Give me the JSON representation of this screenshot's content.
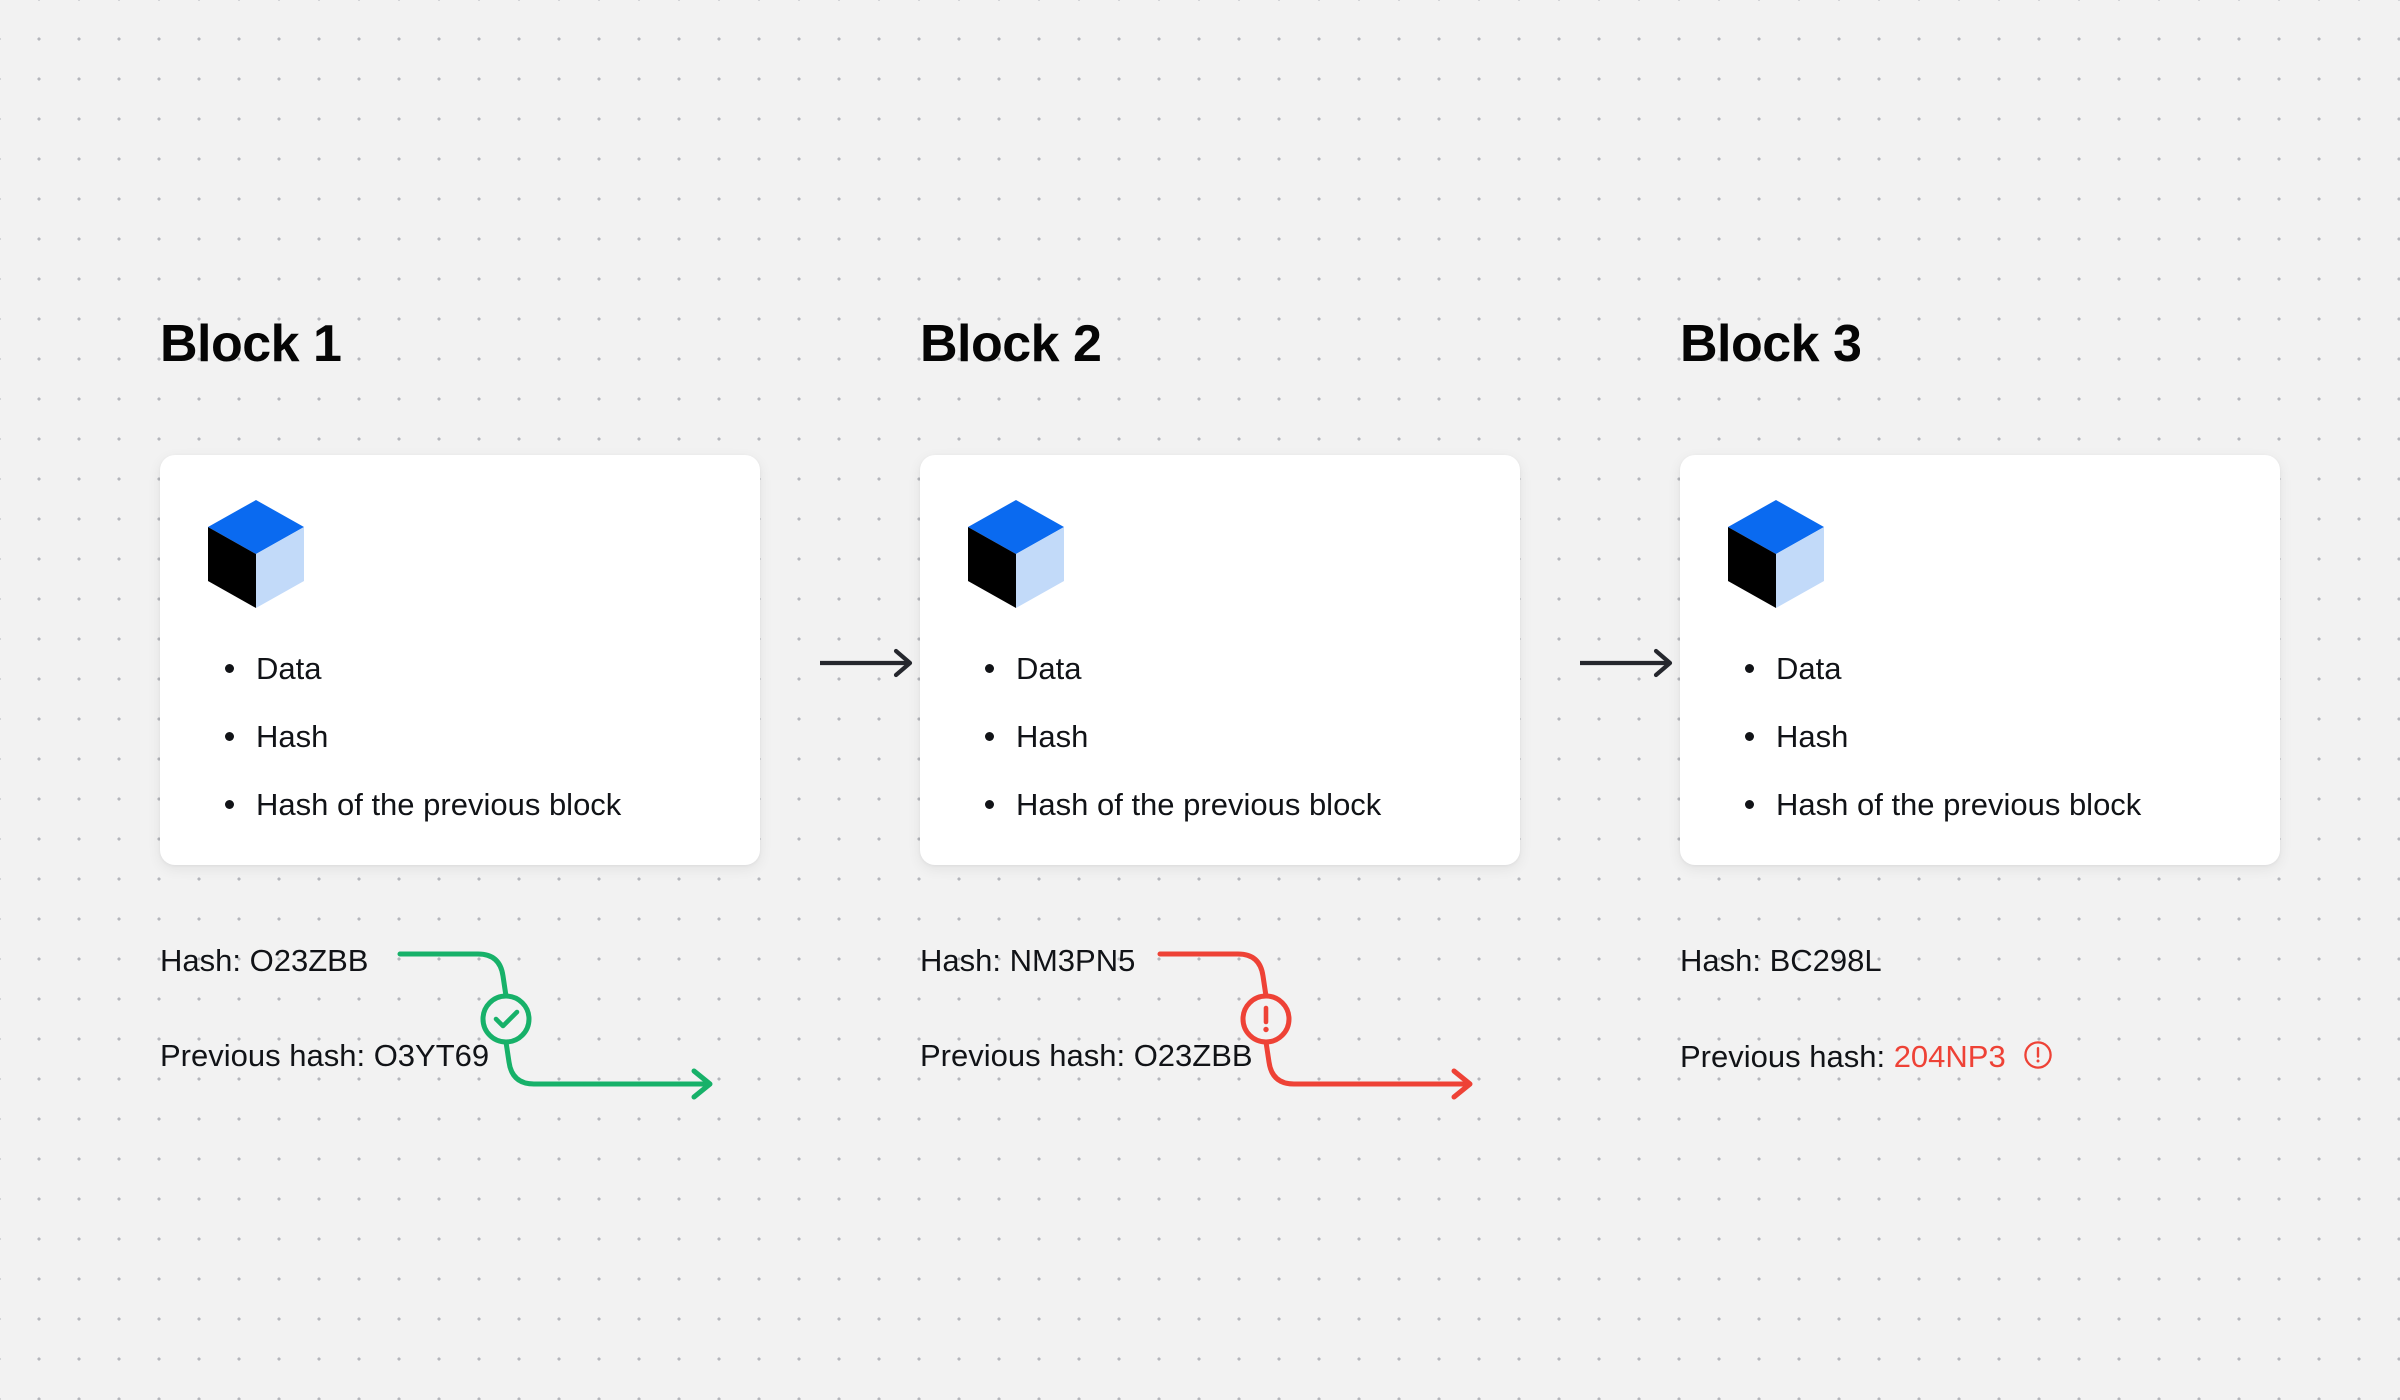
{
  "canvas": {
    "background_color": "#f2f2f2",
    "dot_color": "#b4b6bc"
  },
  "theme": {
    "valid_color": "#17b169",
    "invalid_color": "#ee4236",
    "text_color": "#111317",
    "cube_top_color": "#0a6af0",
    "cube_left_color": "#000000",
    "cube_right_color": "#c2daf9",
    "card_color": "#ffffff",
    "arrow_color": "#25272d"
  },
  "labels": {
    "hash_prefix": "Hash:",
    "previous_hash_prefix": "Previous hash:"
  },
  "blocks": [
    {
      "title": "Block 1",
      "contents": [
        "Data",
        "Hash",
        "Hash of the previous block"
      ],
      "hash_line": "Hash: O23ZBB",
      "hash_value": "O23ZBB",
      "previous_hash_line": "Previous hash: O3YT69",
      "previous_hash_prefix": "Previous hash:",
      "previous_hash_value": "O3YT69",
      "previous_hash_valid": true
    },
    {
      "title": "Block 2",
      "contents": [
        "Data",
        "Hash",
        "Hash of the previous block"
      ],
      "hash_line": "Hash: NM3PN5",
      "hash_value": "NM3PN5",
      "previous_hash_line": "Previous hash: O23ZBB",
      "previous_hash_prefix": "Previous hash:",
      "previous_hash_value": "O23ZBB",
      "previous_hash_valid": true
    },
    {
      "title": "Block 3",
      "contents": [
        "Data",
        "Hash",
        "Hash of the previous block"
      ],
      "hash_line": "Hash: BC298L",
      "hash_value": "BC298L",
      "previous_hash_line": "Previous hash: 204NP3",
      "previous_hash_prefix": "Previous hash:",
      "previous_hash_value": "204NP3",
      "previous_hash_valid": false
    }
  ],
  "connectors": [
    {
      "from_block": "Block 1",
      "to_block": "Block 2",
      "status": "valid",
      "status_icon": "check-circle-icon",
      "color": "#17b169"
    },
    {
      "from_block": "Block 2",
      "to_block": "Block 3",
      "status": "invalid",
      "status_icon": "alert-circle-icon",
      "color": "#ee4236"
    }
  ],
  "flow_arrows": [
    {
      "from_block": "Block 1",
      "to_block": "Block 2",
      "icon": "arrow-right-icon"
    },
    {
      "from_block": "Block 2",
      "to_block": "Block 3",
      "icon": "arrow-right-icon"
    }
  ]
}
